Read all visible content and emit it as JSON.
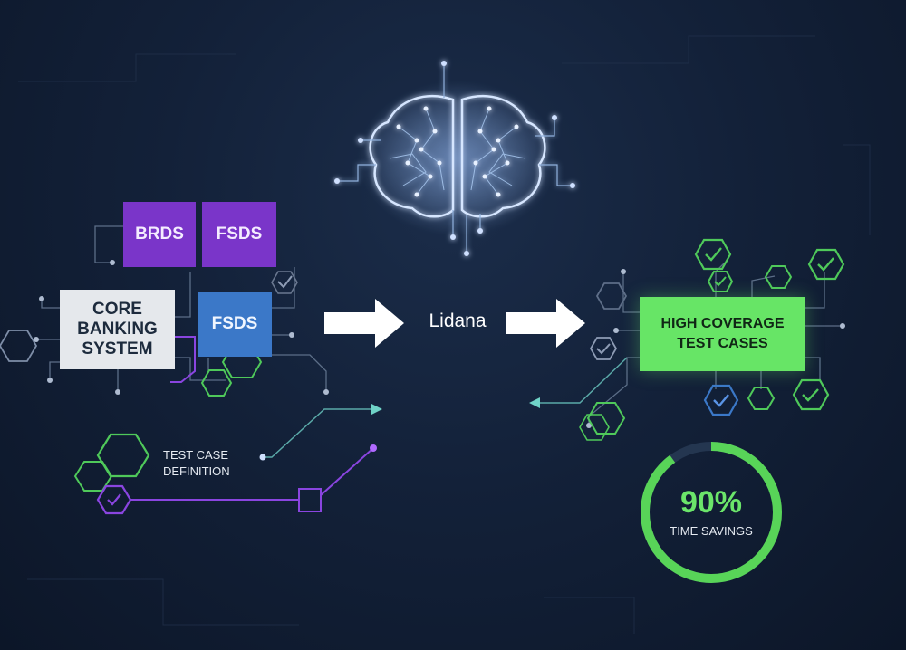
{
  "left_cluster": {
    "brds_label": "BRDS",
    "fsds_top_label": "FSDS",
    "fsds_lower_label": "FSDS",
    "core_label": "CORE\nBANKING\nSYSTEM"
  },
  "center": {
    "label": "Lidana"
  },
  "right_cluster": {
    "output_label": "HIGH COVERAGE\nTEST CASES"
  },
  "bottom_left": {
    "label": "TEST CASE\nDEFINITION"
  },
  "metric": {
    "value_label": "90%",
    "caption": "TIME SAVINGS",
    "progress": 0.9
  },
  "colors": {
    "background": "#132139",
    "purple": "#7a35c9",
    "blue": "#3b78c8",
    "green": "#67e566",
    "core_box": "#e5e8ec",
    "arrow": "#ffffff",
    "line": "#5c6e88"
  },
  "icons": [
    "brain-icon",
    "arrow-right-icon",
    "hexagon-icon",
    "checkmark-icon",
    "progress-ring"
  ]
}
